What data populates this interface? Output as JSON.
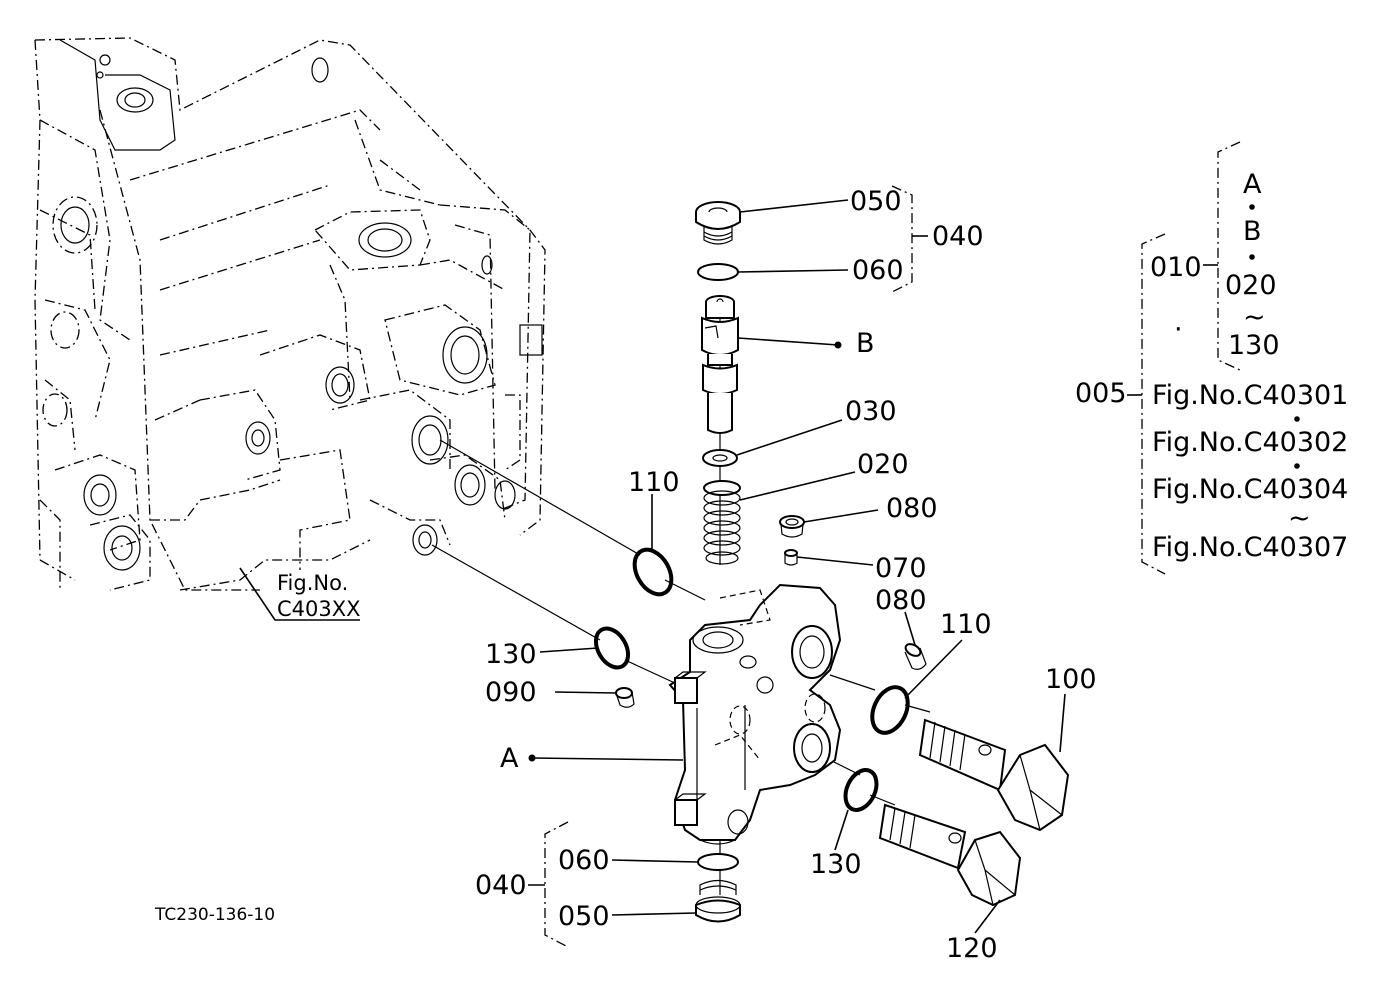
{
  "labels": {
    "c050_top": "050",
    "c060_top": "060",
    "c040_top": "040",
    "ref_b": "B",
    "c030": "030",
    "c020": "020",
    "c080_a": "080",
    "c070": "070",
    "c080_b": "080",
    "c110_left": "110",
    "c110_right": "110",
    "c130_left": "130",
    "c130_bottom": "130",
    "c090": "090",
    "ref_a": "A",
    "c100": "100",
    "c120": "120",
    "c040_bottom": "040",
    "c060_bottom": "060",
    "c050_bottom": "050",
    "fig_ref_line1": "Fig.No.",
    "fig_ref_line2": "C403XX",
    "drawing_code": "TC230-136-10"
  },
  "assembly": {
    "c005": "005",
    "c010": "010",
    "sub_a": "A",
    "sub_b": "B",
    "sub_020": "020",
    "tilde1": "~",
    "sub_130": "130",
    "dot": "·",
    "fig1": "Fig.No.C40301",
    "fig2": "Fig.No.C40302",
    "fig3": "Fig.No.C40304",
    "tilde2": "~",
    "fig4": "Fig.No.C40307"
  }
}
